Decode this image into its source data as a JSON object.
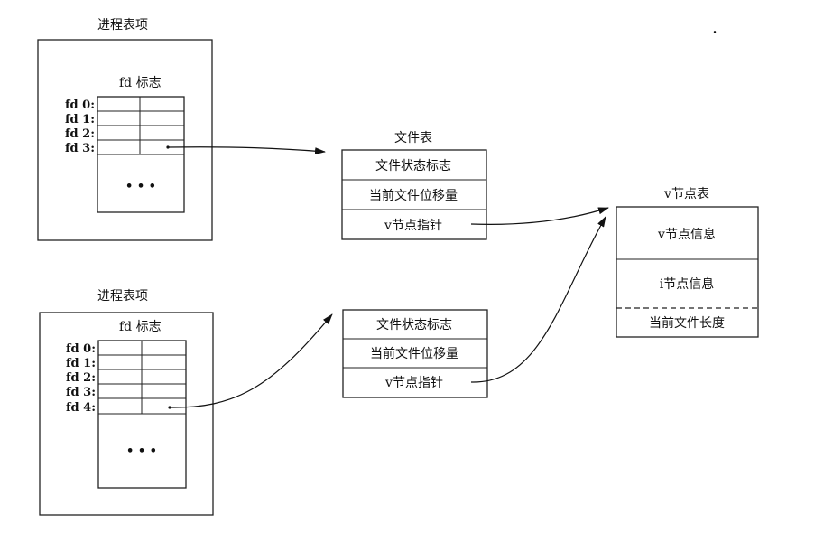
{
  "process_entries": [
    {
      "title": "进程表项",
      "flags_header": "fd 标志",
      "fd_labels": [
        "fd 0:",
        "fd 1:",
        "fd 2:",
        "fd 3:"
      ],
      "ellipsis": "• • •"
    },
    {
      "title": "进程表项",
      "flags_header": "fd 标志",
      "fd_labels": [
        "fd 0:",
        "fd 1:",
        "fd 2:",
        "fd 3:",
        "fd 4:"
      ],
      "ellipsis": "• • •"
    }
  ],
  "file_tables": [
    {
      "title": "文件表",
      "rows": [
        "文件状态标志",
        "当前文件位移量",
        "v节点指针"
      ]
    },
    {
      "title": "",
      "rows": [
        "文件状态标志",
        "当前文件位移量",
        "v节点指针"
      ]
    }
  ],
  "vnode_table": {
    "title": "v节点表",
    "rows": [
      "v节点信息",
      "i节点信息",
      "当前文件长度"
    ]
  },
  "stray_mark": "·"
}
